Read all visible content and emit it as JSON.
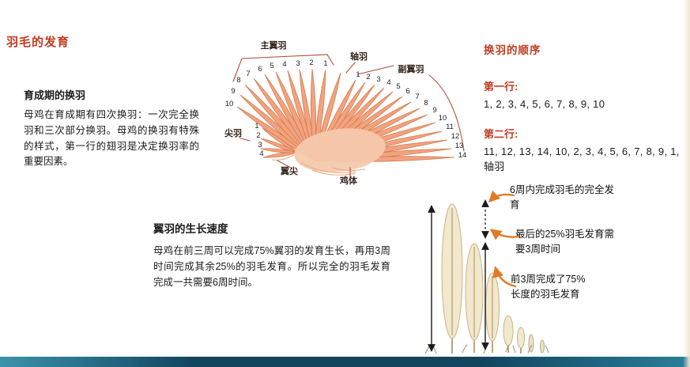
{
  "page": {
    "title": "羽毛的发育"
  },
  "rearing": {
    "heading": "育成期的换羽",
    "body": "母鸡在育成期有四次换羽：一次完全换羽和三次部分换羽。母鸡的换羽有特殊的样式，第一行的翅羽是决定换羽率的重要因素。"
  },
  "wing": {
    "label_primary": "主翼羽",
    "label_axial": "轴羽",
    "label_secondary": "副翼羽",
    "label_tip_feathers": "尖羽",
    "label_wing_tip": "翼尖",
    "label_body": "鸡体",
    "primary_numbers": [
      "10",
      "9",
      "8",
      "7",
      "6",
      "5",
      "4",
      "3",
      "2",
      "1"
    ],
    "secondary_numbers": [
      "1",
      "2",
      "3",
      "4",
      "5",
      "6",
      "7",
      "8",
      "9",
      "10",
      "11",
      "12",
      "13",
      "14"
    ],
    "tip_numbers": [
      "1",
      "2",
      "3",
      "4"
    ]
  },
  "molt_order": {
    "heading": "换羽的顺序",
    "row1_label": "第一行:",
    "row1_values": "1, 2, 3, 4, 5, 6, 7, 8, 9, 10",
    "row2_label": "第二行:",
    "row2_values": "11, 12, 13, 14, 10, 2, 3, 4, 5, 6, 7, 8, 9, 1, 轴羽"
  },
  "growth": {
    "heading": "翼羽的生长速度",
    "body": "母鸡在前三周可以完成75%翼羽的发育生长，再用3周时间完成其余25%的羽毛发育。所以完全的羽毛发育完成一共需要6周时间。"
  },
  "growth_diagram": {
    "note_total": "6周内完成羽毛的完全发育",
    "note_last25": "最后的25%羽毛发育需要3周时间",
    "note_first75": "前3周完成了75%长度的羽毛发育"
  },
  "colors": {
    "accent_red": "#c23b22",
    "leader_brown": "#b0503a",
    "arrow_orange": "#e07b28",
    "feather_salmon": "#f2a37e",
    "growth_feather_cream": "#f1e8cd",
    "footer_teal": "#11455e"
  }
}
